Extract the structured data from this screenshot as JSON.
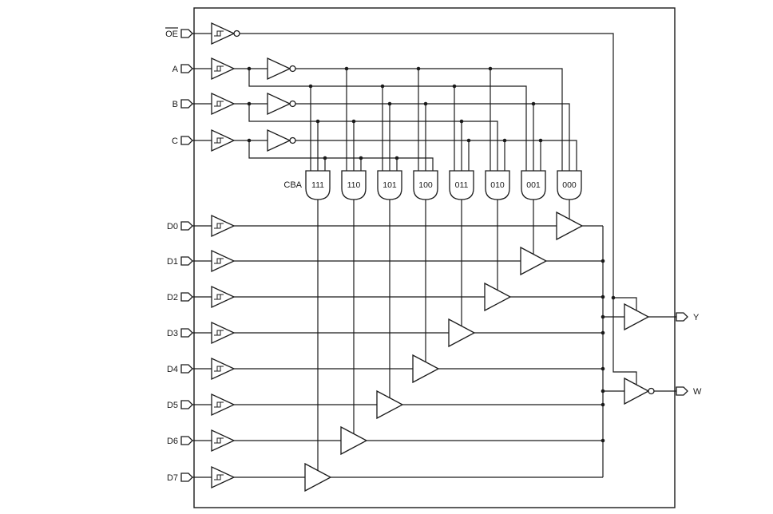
{
  "colors": {
    "wire": "#1a1a1a",
    "background": "#ffffff"
  },
  "inputs": {
    "oe": {
      "label": "OE",
      "overline": true
    },
    "select": [
      {
        "label": "A"
      },
      {
        "label": "B"
      },
      {
        "label": "C"
      }
    ],
    "data": [
      {
        "label": "D0"
      },
      {
        "label": "D1"
      },
      {
        "label": "D2"
      },
      {
        "label": "D3"
      },
      {
        "label": "D4"
      },
      {
        "label": "D5"
      },
      {
        "label": "D6"
      },
      {
        "label": "D7"
      }
    ]
  },
  "decoder": {
    "order_label": "CBA",
    "gates": [
      {
        "label": "111"
      },
      {
        "label": "110"
      },
      {
        "label": "101"
      },
      {
        "label": "100"
      },
      {
        "label": "011"
      },
      {
        "label": "010"
      },
      {
        "label": "001"
      },
      {
        "label": "000"
      }
    ]
  },
  "outputs": [
    {
      "label": "Y"
    },
    {
      "label": "W"
    }
  ]
}
